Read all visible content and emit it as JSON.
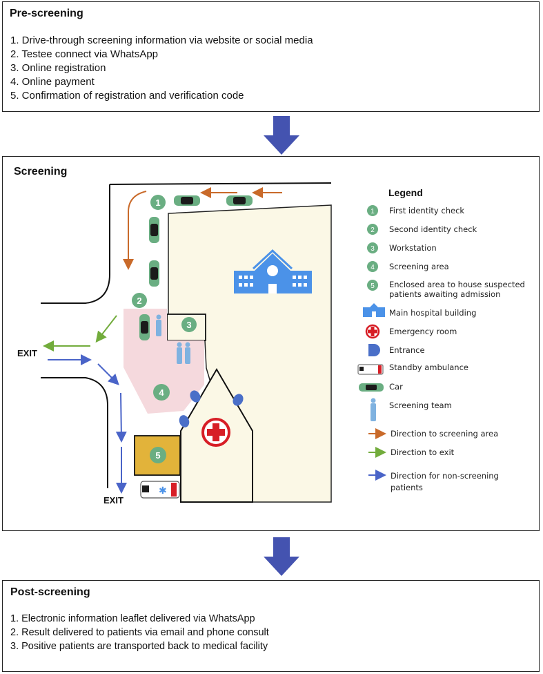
{
  "pre": {
    "title": "Pre-screening",
    "steps": [
      "1.  Drive-through screening information via website or social media",
      "2.  Testee connect via WhatsApp",
      "3.  Online registration",
      "4.  Online payment",
      "5.  Confirmation of registration and verification code"
    ]
  },
  "screening": {
    "title": "Screening",
    "exit_left": "EXIT",
    "exit_bottom": "EXIT",
    "markers": [
      "1",
      "2",
      "3",
      "4",
      "5",
      "1",
      "2",
      "3",
      "4",
      "5"
    ],
    "legend": {
      "title": "Legend",
      "items": [
        "First identity check",
        "Second identity check",
        "Workstation",
        "Screening area",
        "Enclosed area to house suspected",
        "patients awaiting admission",
        "Main hospital building",
        "Emergency room",
        "Entrance",
        "Standby ambulance",
        "Car",
        "Screening team",
        "Direction to screening area",
        "Direction to exit",
        "Direction for non-screening",
        "patients"
      ]
    },
    "colors": {
      "marker": "#6aae82",
      "orange_arrow": "#c96a2a",
      "green_arrow": "#72ac3c",
      "blue_arrow": "#4a64c8",
      "building": "#fbf8e6",
      "hospital_icon": "#4b92e8",
      "emergency": "#d71e26",
      "screening_area": "#f5d9dd",
      "enclosed_area": "#e2b33a",
      "flow_arrow": "#4453b0"
    }
  },
  "post": {
    "title": "Post-screening",
    "steps": [
      "1. Electronic information leaflet delivered via WhatsApp",
      "2. Result delivered to patients via email and phone consult",
      "3. Positive patients are transported back to medical facility"
    ]
  }
}
